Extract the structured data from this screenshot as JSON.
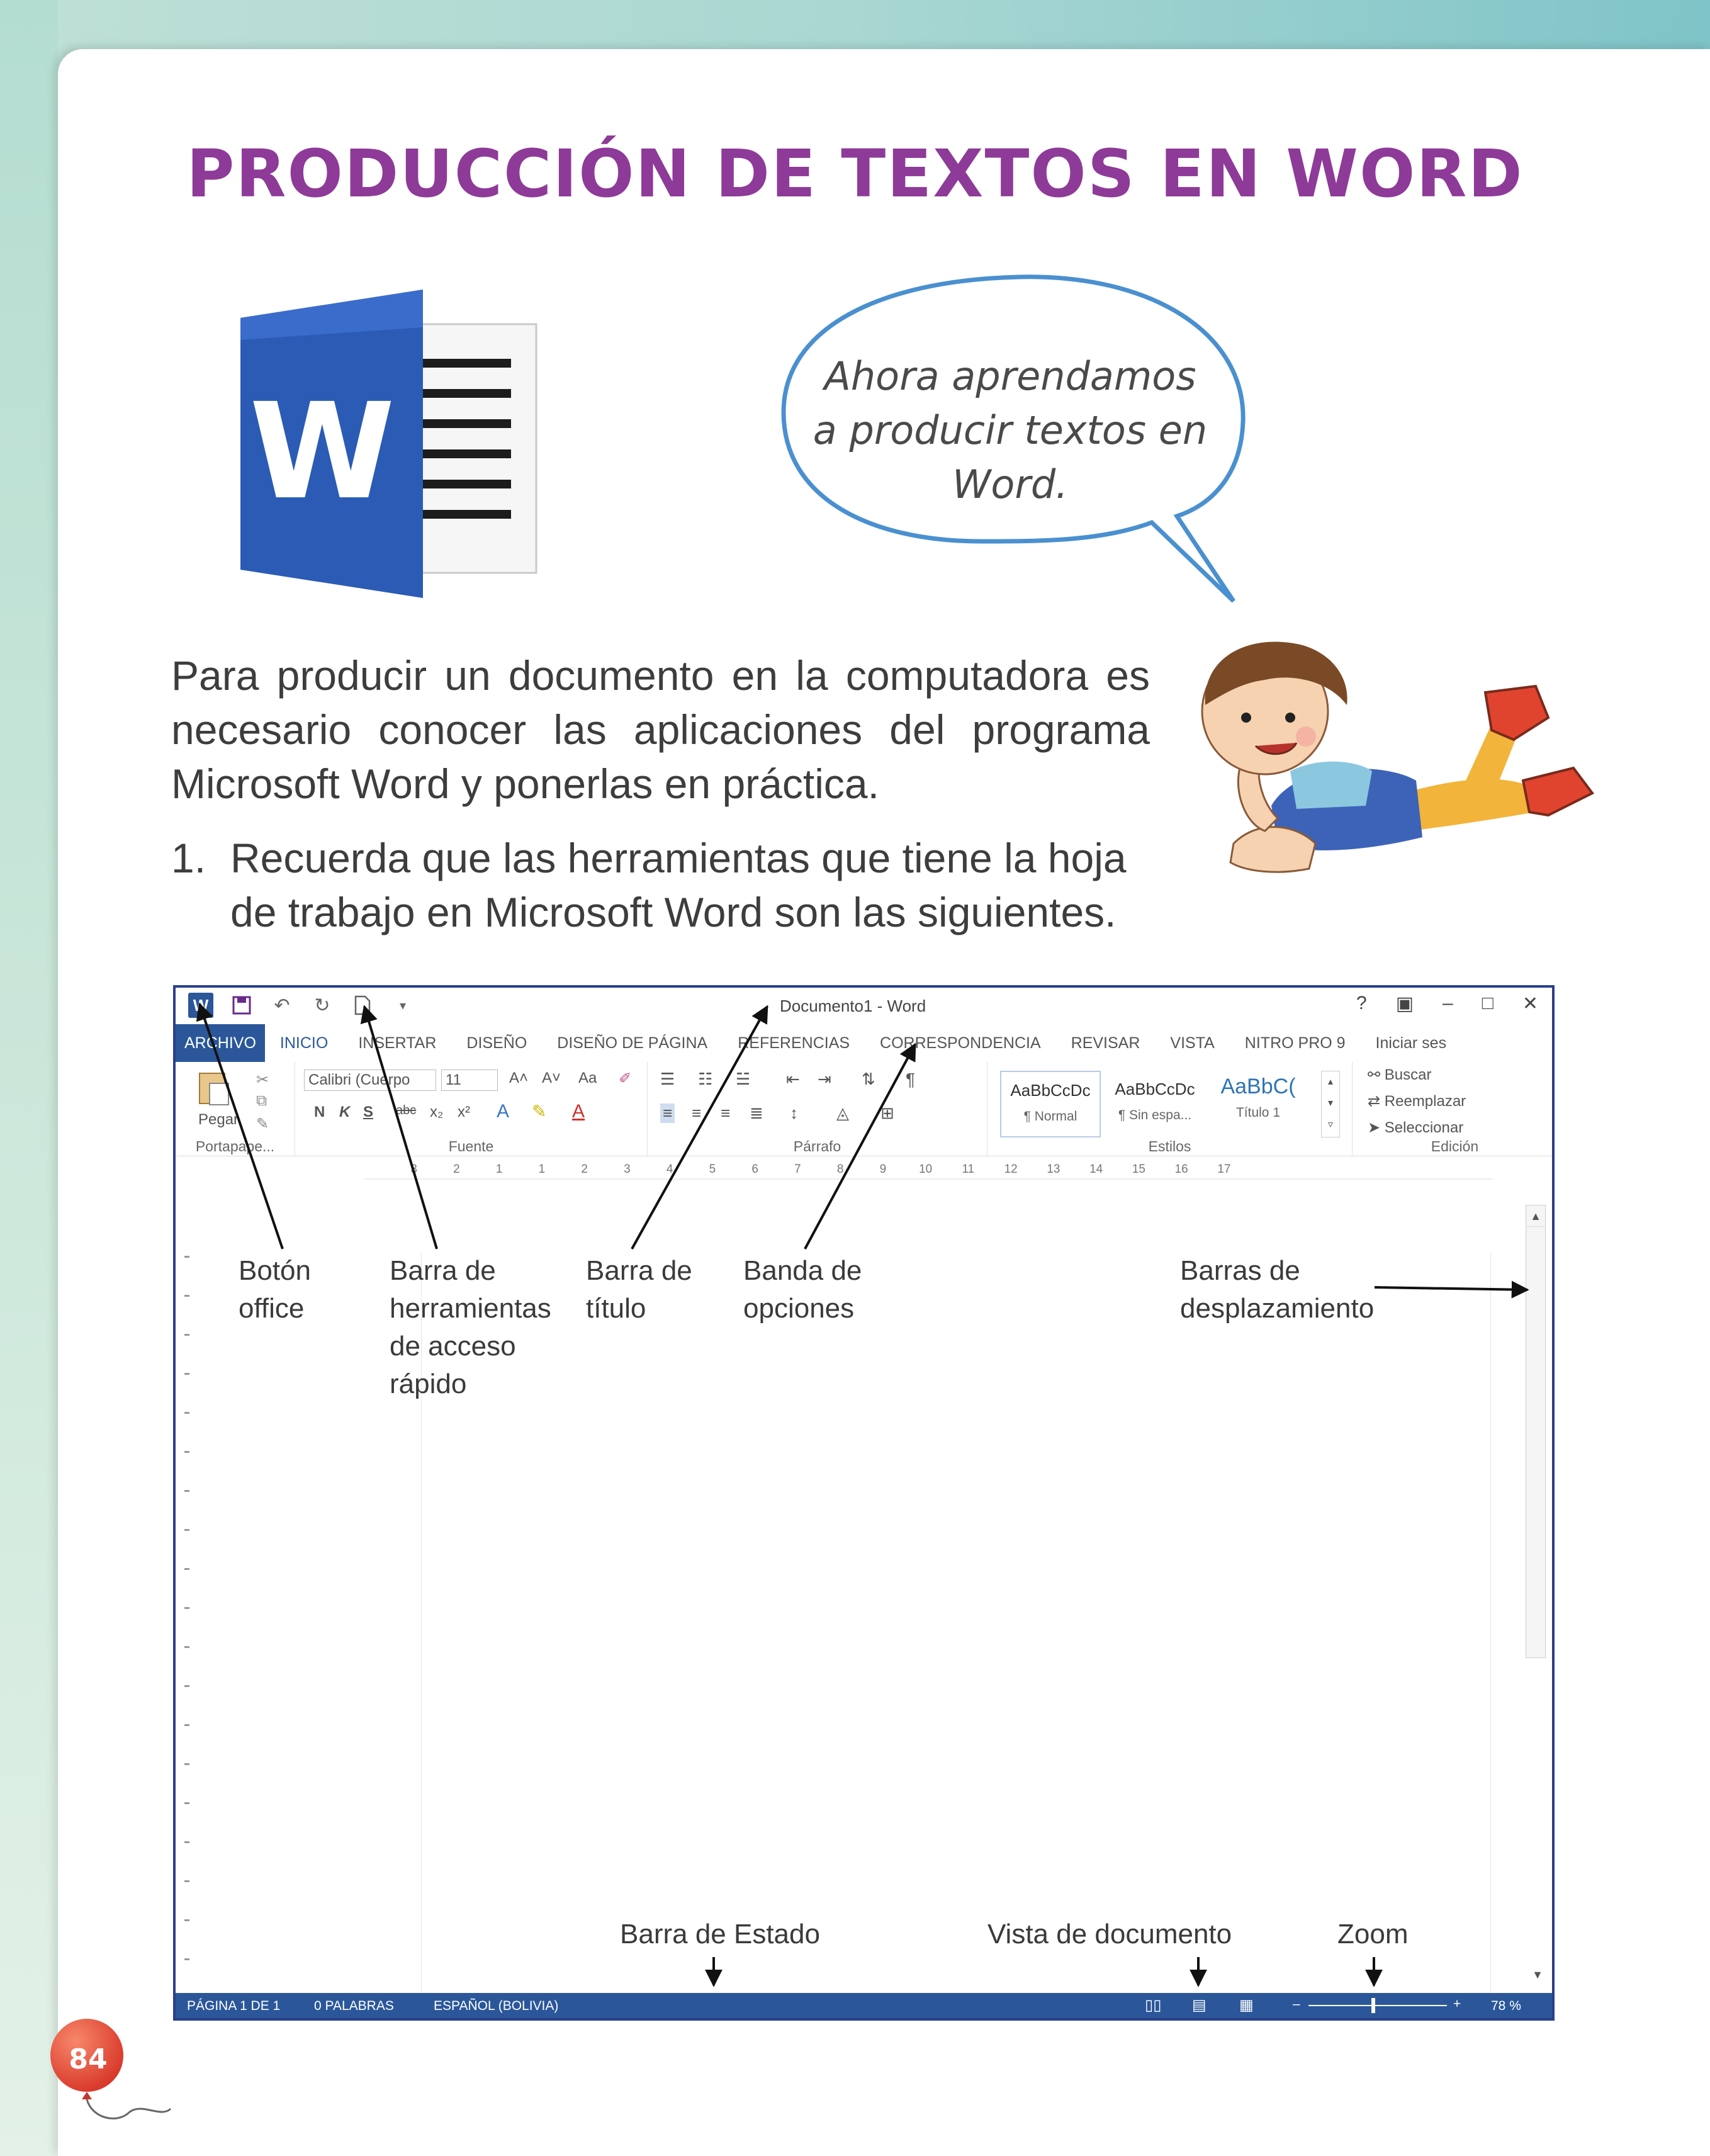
{
  "page": {
    "title": "PRODUCCIÓN DE TEXTOS EN WORD",
    "speech_bubble": "Ahora aprendamos a producir textos en Word.",
    "intro_paragraph": "Para producir un documento en la computadora es necesario conocer las aplicaciones del programa Microsoft Word y ponerlas en práctica.",
    "instruction": {
      "number": "1.",
      "text": "Recuerda que las herramientas que tiene la hoja de trabajo en Microsoft Word son las siguientes."
    },
    "page_number": "84",
    "logo_letter": "W"
  },
  "word_window": {
    "title": "Documento1 - Word",
    "window_controls": [
      "?",
      "▣",
      "–",
      "□",
      "✕"
    ],
    "tabs": [
      "ARCHIVO",
      "INICIO",
      "INSERTAR",
      "DISEÑO",
      "DISEÑO DE PÁGINA",
      "REFERENCIAS",
      "CORRESPONDENCIA",
      "REVISAR",
      "VISTA",
      "NITRO PRO 9",
      "Iniciar ses"
    ],
    "ribbon": {
      "paste_label": "Pegar",
      "font_name": "Calibri (Cuerpo",
      "font_size": "11",
      "bold": "N",
      "italic": "K",
      "underline": "S",
      "strike": "abc",
      "subscript": "x₂",
      "superscript": "x²",
      "grow_font": "A˄",
      "shrink_font": "A˅",
      "change_case": "Aa",
      "pilcrow": "¶",
      "styles": [
        {
          "preview": "AaBbCcDc",
          "name": "¶ Normal"
        },
        {
          "preview": "AaBbCcDc",
          "name": "¶ Sin espa..."
        },
        {
          "preview": "AaBbC(",
          "name": "Título 1"
        }
      ],
      "editing": [
        "Buscar",
        "Reemplazar",
        "Seleccionar"
      ],
      "groups": [
        "Portapape...",
        "Fuente",
        "Párrafo",
        "Estilos",
        "Edición"
      ]
    },
    "ruler_marks": [
      "3",
      "2",
      "1",
      "1",
      "2",
      "3",
      "4",
      "5",
      "6",
      "7",
      "8",
      "9",
      "10",
      "11",
      "12",
      "13",
      "14",
      "15",
      "16",
      "17"
    ],
    "status": {
      "page": "PÁGINA 1 DE 1",
      "words": "0 PALABRAS",
      "language": "ESPAÑOL (BOLIVIA)",
      "zoom": "78 %"
    }
  },
  "callouts": {
    "office_button": [
      "Botón",
      "office"
    ],
    "quick_access": [
      "Barra de",
      "herramientas",
      "de acceso",
      "rápido"
    ],
    "title_bar": [
      "Barra de",
      "título"
    ],
    "ribbon": [
      "Banda de",
      "opciones"
    ],
    "scroll_bars": [
      "Barras de",
      "desplazamiento"
    ],
    "status_bar": "Barra de Estado",
    "document_view": "Vista de documento",
    "zoom": "Zoom"
  },
  "colors": {
    "title": "#8e3a98",
    "word_blue": "#2b579a",
    "bubble_outline": "#4a90d0",
    "balloon": "#e8493a"
  },
  "icons": [
    "undo-icon",
    "redo-icon",
    "save-icon",
    "new-document-icon",
    "binoculars-icon"
  ]
}
